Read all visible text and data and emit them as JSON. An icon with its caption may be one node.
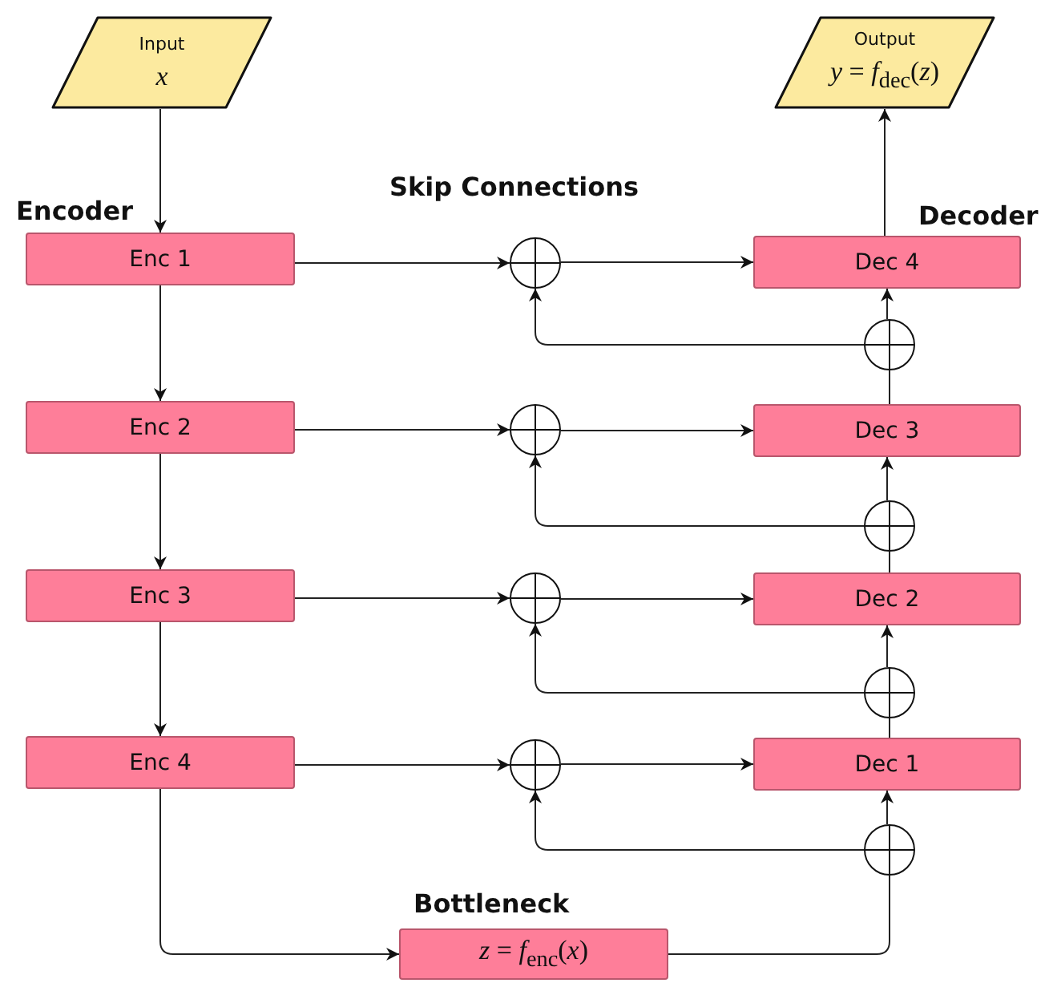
{
  "diagram": {
    "nodes": [
      {
        "text": [
          "Input",
          "*x*"
        ]
      },
      {
        "text": [
          "Output",
          "*y* = *f*$_{dec}$(*z*)"
        ]
      },
      {
        "text": [
          "Enc 1"
        ]
      },
      {
        "text": [],
        "shape": "circle"
      },
      {
        "text": [
          "Dec 4"
        ]
      },
      {
        "text": [],
        "shape": "circle"
      },
      {
        "text": [
          "Enc 2"
        ]
      },
      {
        "text": [],
        "shape": "circle"
      },
      {
        "text": [
          "Dec 3"
        ]
      },
      {
        "text": [],
        "shape": "circle"
      },
      {
        "text": [
          "Enc 3"
        ]
      },
      {
        "text": [],
        "shape": "circle"
      },
      {
        "text": [
          "Dec 2"
        ]
      },
      {
        "text": [],
        "shape": "circle"
      },
      {
        "text": [
          "Enc 4"
        ]
      },
      {
        "text": [],
        "shape": "circle"
      },
      {
        "text": [
          "Dec 1"
        ]
      },
      {
        "text": [],
        "shape": "circle"
      },
      {
        "text": [
          "Bottleneck",
          "*z* = *f*$_{enc}$(*x*)"
        ]
      }
    ],
    "edges": [
      {
        "from": 0,
        "to": 2,
        "arrow": "to"
      },
      {
        "from": 2,
        "to": 3,
        "arrow": "to"
      },
      {
        "from": 3,
        "to": 4,
        "arrow": "to"
      },
      {
        "from": 4,
        "to": 1,
        "arrow": "to"
      },
      {
        "from": 5,
        "to": 4,
        "arrow": "to"
      },
      {
        "from": 5,
        "to": 3,
        "arrow": "to"
      },
      {
        "from": 8,
        "to": 5,
        "arrow": "none"
      },
      {
        "from": 2,
        "to": 6,
        "arrow": "to"
      },
      {
        "from": 6,
        "to": 7,
        "arrow": "to"
      },
      {
        "from": 7,
        "to": 8,
        "arrow": "to"
      },
      {
        "from": 9,
        "to": 8,
        "arrow": "to"
      },
      {
        "from": 9,
        "to": 7,
        "arrow": "to"
      },
      {
        "from": 12,
        "to": 9,
        "arrow": "none"
      },
      {
        "from": 6,
        "to": 10,
        "arrow": "to"
      },
      {
        "from": 10,
        "to": 11,
        "arrow": "to"
      },
      {
        "from": 11,
        "to": 12,
        "arrow": "to"
      },
      {
        "from": 13,
        "to": 12,
        "arrow": "to"
      },
      {
        "from": 13,
        "to": 11,
        "arrow": "to"
      },
      {
        "from": 16,
        "to": 13,
        "arrow": "none"
      },
      {
        "from": 10,
        "to": 14,
        "arrow": "to"
      },
      {
        "from": 14,
        "to": 15,
        "arrow": "to"
      },
      {
        "from": 15,
        "to": 16,
        "arrow": "to"
      },
      {
        "from": 17,
        "to": 16,
        "arrow": "to"
      },
      {
        "from": 17,
        "to": 15,
        "arrow": "to"
      },
      {
        "from": 18,
        "to": 17,
        "arrow": "none"
      },
      {
        "from": 14,
        "to": 18,
        "arrow": "to"
      }
    ],
    "labels": [
      "Encoder",
      "Skip Connections",
      "Decoder"
    ]
  }
}
